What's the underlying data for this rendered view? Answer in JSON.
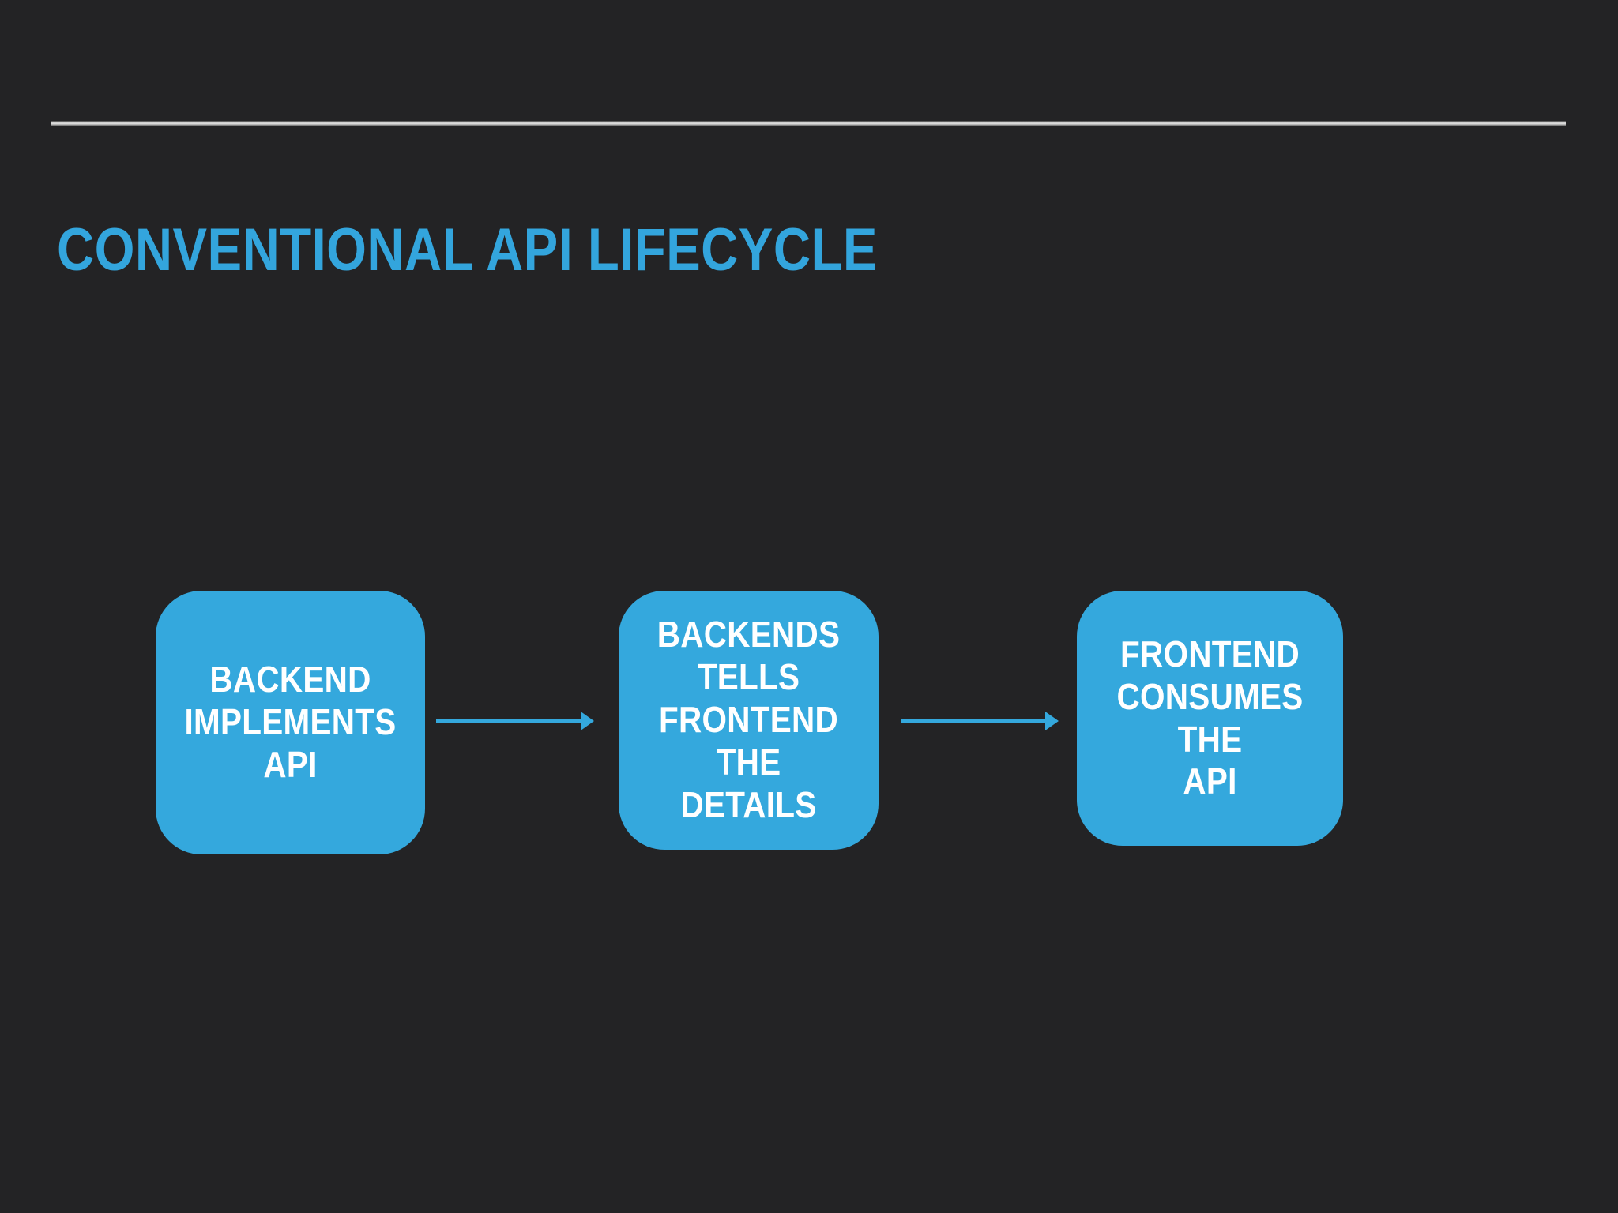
{
  "slide": {
    "background_color": "#232325",
    "accent_color": "#34a8dd",
    "title": "CONVENTIONAL API LIFECYCLE",
    "rule_color": "#e3e3e3"
  },
  "diagram": {
    "type": "flow",
    "orientation": "left-to-right",
    "nodes": [
      {
        "id": "backend-implements-api",
        "label": "BACKEND\nIMPLEMENTS API",
        "fill": "#34a8dd",
        "text_color": "#ffffff"
      },
      {
        "id": "backends-tells-frontend-the-details",
        "label": "BACKENDS TELLS\nFRONTEND THE\nDETAILS",
        "fill": "#34a8dd",
        "text_color": "#ffffff"
      },
      {
        "id": "frontend-consumes-the-api",
        "label": "FRONTEND\nCONSUMES THE\nAPI",
        "fill": "#34a8dd",
        "text_color": "#ffffff"
      }
    ],
    "connectors": [
      {
        "id": "connector-1",
        "from": "backend-implements-api",
        "to": "backends-tells-frontend-the-details",
        "style": "arrow",
        "color": "#34a8dd"
      },
      {
        "id": "connector-2",
        "from": "backends-tells-frontend-the-details",
        "to": "frontend-consumes-the-api",
        "style": "arrow",
        "color": "#34a8dd"
      }
    ]
  }
}
